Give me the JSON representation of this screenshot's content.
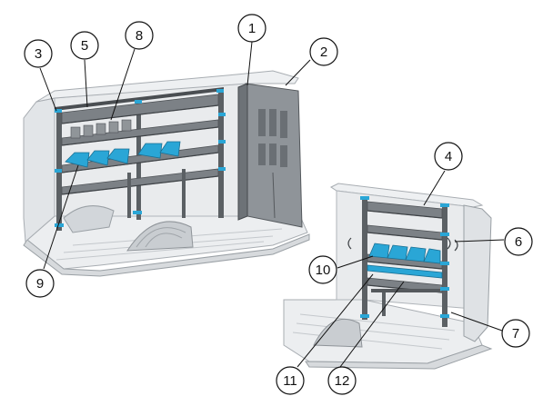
{
  "diagram": {
    "callouts": [
      {
        "id": "c1",
        "label": "1"
      },
      {
        "id": "c2",
        "label": "2"
      },
      {
        "id": "c3",
        "label": "3"
      },
      {
        "id": "c4",
        "label": "4"
      },
      {
        "id": "c5",
        "label": "5"
      },
      {
        "id": "c6",
        "label": "6"
      },
      {
        "id": "c7",
        "label": "7"
      },
      {
        "id": "c8",
        "label": "8"
      },
      {
        "id": "c9",
        "label": "9"
      },
      {
        "id": "c10",
        "label": "10"
      },
      {
        "id": "c11",
        "label": "11"
      },
      {
        "id": "c12",
        "label": "12"
      }
    ],
    "colors": {
      "van_body": "#e6e8ea",
      "van_edge": "#a8adb2",
      "shelf_frame": "#6c7176",
      "shelf_dark": "#4a4e52",
      "bin_accent": "#2aa6d6",
      "partition": "#8a8f94"
    }
  }
}
